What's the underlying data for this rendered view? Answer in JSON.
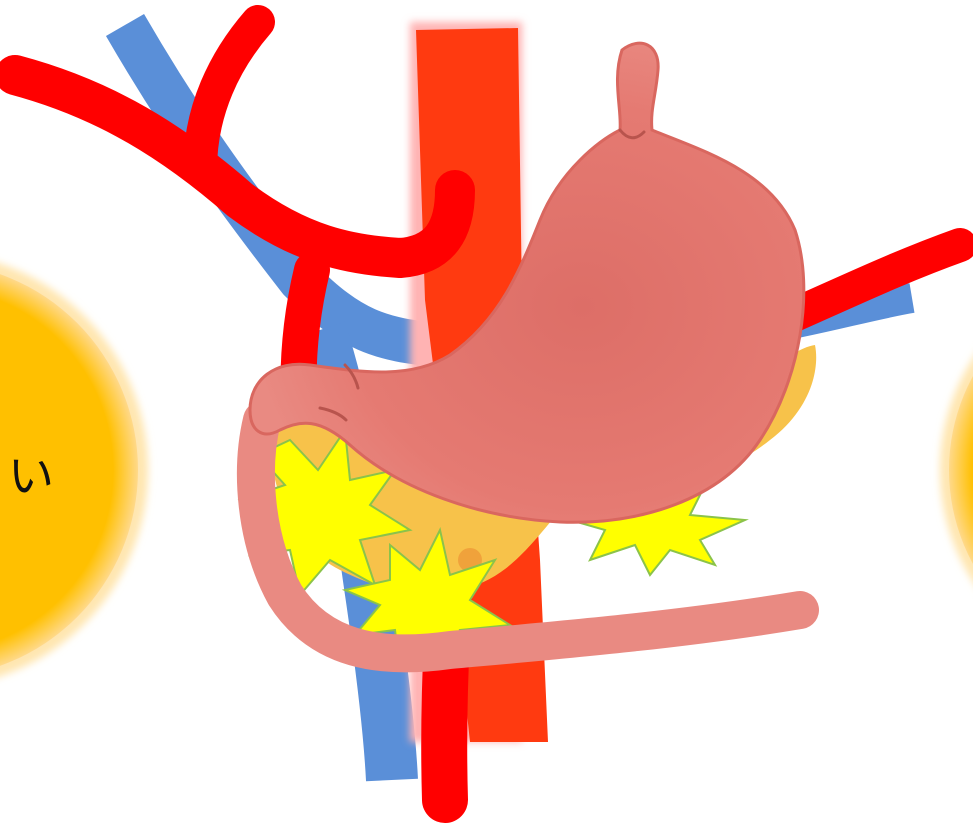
{
  "left_bubble": {
    "visible_text": "い"
  },
  "right_bubble": {
    "visible_text": ""
  },
  "colors": {
    "background": "#ffffff",
    "bubble_fill": "#ffc000",
    "bubble_glow": "#ffd98a",
    "artery": "#ff0000",
    "aorta": "#ff3a10",
    "aorta_glow": "#ffb3b3",
    "vein": "#5a8fd8",
    "stomach": "#e57a72",
    "stomach_edge": "#d9675f",
    "duodenum": "#e98a82",
    "pancreas": "#f7c24a",
    "pancreas_spot": "#f0a23b",
    "pain_star": "#ffff00",
    "pain_star_edge": "#8bc34a"
  },
  "icons": {
    "stomach": "stomach-illustration",
    "pain": "pain-burst-icon",
    "vessels": "blood-vessel-diagram"
  }
}
